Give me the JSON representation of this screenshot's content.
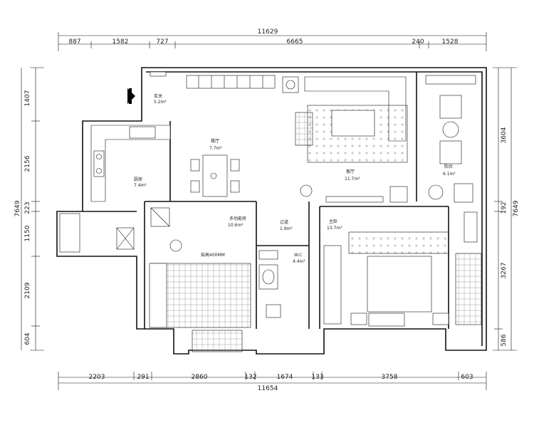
{
  "dimensions": {
    "top_total": "11629",
    "top_segments": [
      "887",
      "1582",
      "727",
      "6665",
      "240",
      "1528"
    ],
    "bottom_total": "11654",
    "bottom_segments": [
      "2203",
      "291",
      "2860",
      "132",
      "1674",
      "133",
      "3758",
      "603"
    ],
    "left_total": "7649",
    "left_segments": [
      "1407",
      "2156",
      "223",
      "1150",
      "2109",
      "604"
    ],
    "right_total": "7649",
    "right_segments": [
      "3604",
      "192",
      "3267",
      "586"
    ]
  },
  "rooms": {
    "entrance": {
      "name": "玄关",
      "area": "5.2m²"
    },
    "kitchen": {
      "name": "厨房",
      "area": "7.4m²"
    },
    "dining": {
      "name": "餐厅",
      "area": "7.7m²"
    },
    "living": {
      "name": "客厅",
      "area": "11.7m²"
    },
    "balcony": {
      "name": "阳台",
      "area": "6.1m²"
    },
    "multi": {
      "name": "多功能房",
      "area": "10.6m²"
    },
    "corridor": {
      "name": "过道",
      "area": "1.9m²"
    },
    "bedroom": {
      "name": "主卧",
      "area": "13.7m²"
    },
    "wc": {
      "name": "W.C",
      "area": "4.4m²"
    },
    "raised": {
      "name": "抬高400MM"
    }
  },
  "icons": {
    "entry": "entry-arrow-icon",
    "washer": "washing-machine-icon"
  },
  "colors": {
    "line": "#111111",
    "background": "#ffffff"
  }
}
